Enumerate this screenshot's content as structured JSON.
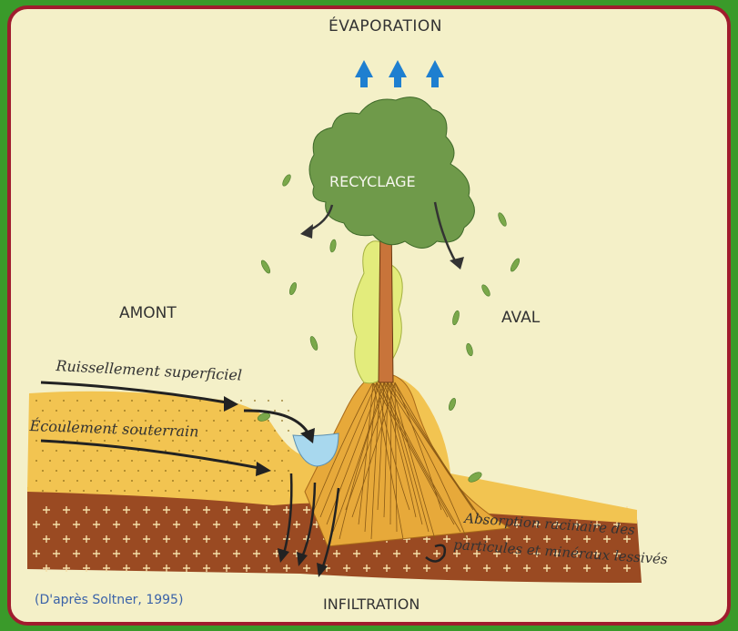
{
  "labels": {
    "evaporation": "ÉVAPORATION",
    "recyclage": "RECYCLAGE",
    "amont": "AMONT",
    "aval": "AVAL",
    "ruissellement": "Ruissellement superficiel",
    "ecoulement": "Écoulement souterrain",
    "absorption_line1": "Absorption racinaire des",
    "absorption_line2": "particules et minéraux lessivés",
    "source": "(D'après Soltner, 1995)",
    "infiltration": "INFILTRATION"
  },
  "colors": {
    "background": "#3a9a2a",
    "border": "#a01c2e",
    "panel": "#f4f0c8",
    "soil_top": "#f2c451",
    "soil_bottom": "#9a4a22",
    "canopy": "#6f9a4a",
    "trunk": "#c8743a",
    "water": "#a8d8ee",
    "evap_arrows": "#1e7fd0"
  }
}
